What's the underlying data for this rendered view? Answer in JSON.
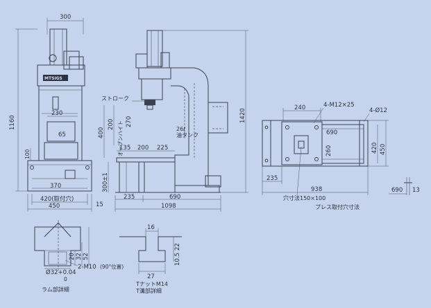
{
  "colors": {
    "background": "#c5d4ec",
    "line": "#3a4150"
  },
  "front_view": {
    "top_width": "300",
    "height_total": "1160",
    "d230": "230",
    "d65": "65",
    "d100": "100",
    "d370": "370",
    "d420_label": "420(取付穴)",
    "d450": "450",
    "d15": "15",
    "logo": "MTSIGS"
  },
  "side_view": {
    "stroke_label": "ストローク",
    "stroke_value": "200",
    "d400": "400",
    "daylight": "オープンハイト",
    "d270": "270",
    "d135": "135",
    "d200": "200",
    "d225": "225",
    "oil_tank": "26ℓ\n油タンク",
    "d300_1": "300±1",
    "d235": "235",
    "d690": "690",
    "d1098": "1098",
    "height_1420": "1420"
  },
  "plan_view": {
    "d240": "240",
    "holes_4m": "4-M12×25",
    "holes_4d": "4-Ø12",
    "d690": "690",
    "d260": "260",
    "d420": "420",
    "d450": "450",
    "d235": "235",
    "d938": "938",
    "hole_dim": "穴寸法150×100",
    "caption": "プレス取付穴寸法",
    "d690b": "690",
    "d13": "13"
  },
  "ram_detail": {
    "d20": "20",
    "d32": "32",
    "d52": "52",
    "phi": "Ø32+0.04",
    "phi_lower": "0",
    "tap": "2-M10",
    "tap_note": "(90°位置)",
    "caption": "ラム部詳細"
  },
  "tslot_detail": {
    "d16": "16",
    "d22": "22",
    "d10_5": "10.5",
    "d27": "27",
    "nut": "TナットM14",
    "caption": "T溝部詳細"
  }
}
